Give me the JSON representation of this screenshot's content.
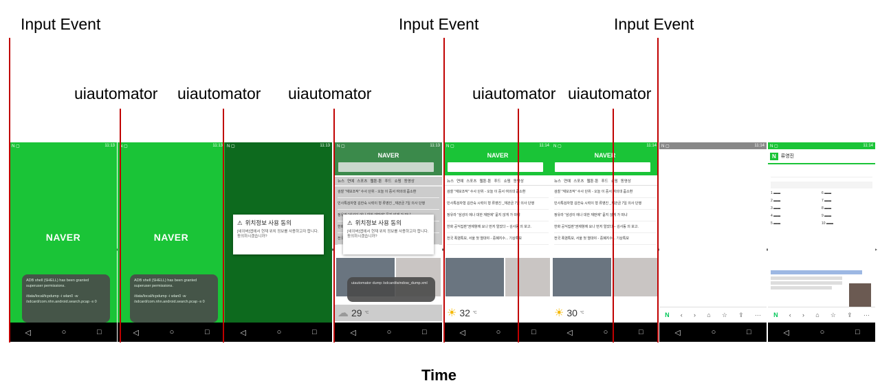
{
  "labels": {
    "input_event": "Input Event",
    "uiautomator": "uiautomator",
    "time": "Time"
  },
  "screens": {
    "naver_logo": "NAVER",
    "toast_line1": "ADB shell (SHELL) has been granted superuser permissions.",
    "toast_line2": "/data/local/tcpdump -i wlan0 -w /sdcard/com.nhn.android.search.pcap -s 0",
    "toast_short": "uiautomator dump /sdcard/window_dump.xml",
    "dialog_title": "위치정보 사용 동의",
    "dialog_body": "[네이버]앱에서 현재 위치 정보를 사용하고자 합니다. 동의하시겠습니까?",
    "tabs": [
      "뉴스",
      "연예",
      "스포츠",
      "웹툰·툰",
      "푸드",
      "쇼핑",
      "동영상"
    ],
    "news": [
      "검찰 \"재보조작\" 수사 단위 - 오늘 이 중서 여의대 줌소환",
      "민사특검자형 김한숙 시력이 형 류영진 _재관금 7일 의사 단행",
      "정유라 \"삼성이 에나 대한 재판에\" 묻지 않게 가 따냐",
      "한화 공식집판\"권제항에 요나 먼저 얼았다 – 김사동 의 보고.",
      "전국 폭염특보, 서울 첫 열대야 - 중폐지수... 기상특보"
    ],
    "temp_cloud": "29",
    "temp_sun": "32",
    "temp_sun2": "30",
    "search_query": "류영진",
    "status_time": "11:13",
    "status_time2": "11:14"
  },
  "colors": {
    "input_line": "#c00000",
    "screen_green": "#1ac437",
    "screen_dark": "#0d6a1e"
  }
}
